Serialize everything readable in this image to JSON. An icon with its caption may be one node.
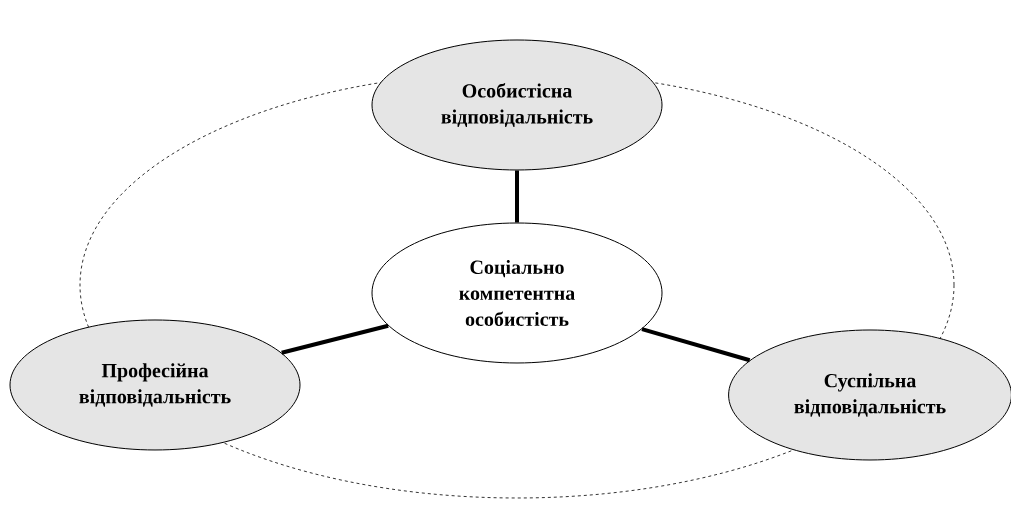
{
  "diagram": {
    "nodes": [
      {
        "text": [
          "Соціально компетентна особистість"
        ]
      },
      {
        "text": [
          "Особистісна відповідальність"
        ]
      },
      {
        "text": [
          "Професійна відповідальність"
        ]
      },
      {
        "text": [
          "Суспільна відповідальність"
        ]
      }
    ],
    "edges": [
      {
        "from": 0,
        "to": 1,
        "arrow": "none"
      },
      {
        "from": 0,
        "to": 2,
        "arrow": "none"
      },
      {
        "from": 0,
        "to": 3,
        "arrow": "none"
      }
    ]
  }
}
